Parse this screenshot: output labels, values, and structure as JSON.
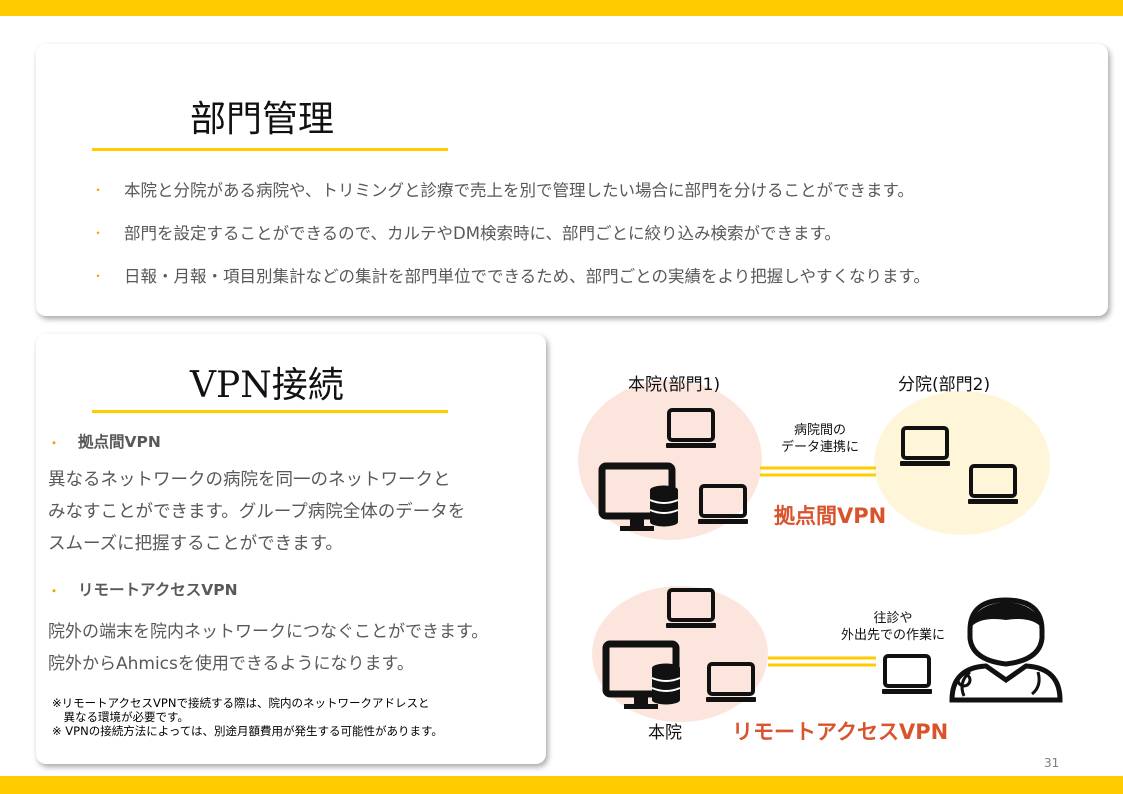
{
  "section1": {
    "title": "部門管理",
    "bullets": [
      "本院と分院がある病院や、トリミングと診療で売上を別で管理したい場合に部門を分けることができます。",
      "部門を設定することができるので、カルテやDM検索時に、部門ごとに絞り込み検索ができます。",
      "日報・月報・項目別集計などの集計を部門単位でできるため、部門ごとの実績をより把握しやすくなります。"
    ]
  },
  "section2": {
    "title": "VPN接続",
    "site_vpn": {
      "heading": "拠点間VPN",
      "lines": [
        "異なるネットワークの病院を同一のネットワークと",
        "みなすことができます。グループ病院全体のデータを",
        "スムーズに把握することができます。"
      ]
    },
    "remote_vpn": {
      "heading": "リモートアクセスVPN",
      "lines": [
        "院外の端末を院内ネットワークにつなぐことができます。",
        "院外からAhmicsを使用できるようになります。"
      ]
    },
    "notes": [
      "※リモートアクセスVPNで接続する際は、院内のネットワークアドレスと",
      "　異なる環境が必要です。",
      "※ VPNの接続方法によっては、別途月額費用が発生する可能性があります。"
    ]
  },
  "diagram": {
    "main_label": "本院(部門1)",
    "branch_label": "分院(部門2)",
    "link_caption": [
      "病院間の",
      "データ連携に"
    ],
    "site_vpn_label": "拠点間VPN",
    "remote_caption": [
      "往診や",
      "外出先での作業に"
    ],
    "main_label_2": "本院",
    "remote_vpn_label": "リモートアクセスVPN"
  },
  "page_number": "31",
  "colors": {
    "accent_yellow": "#ffcc00",
    "vpn_red": "#d9532c",
    "main_circle": "#fbe5dd",
    "branch_circle": "#fff6d9"
  }
}
